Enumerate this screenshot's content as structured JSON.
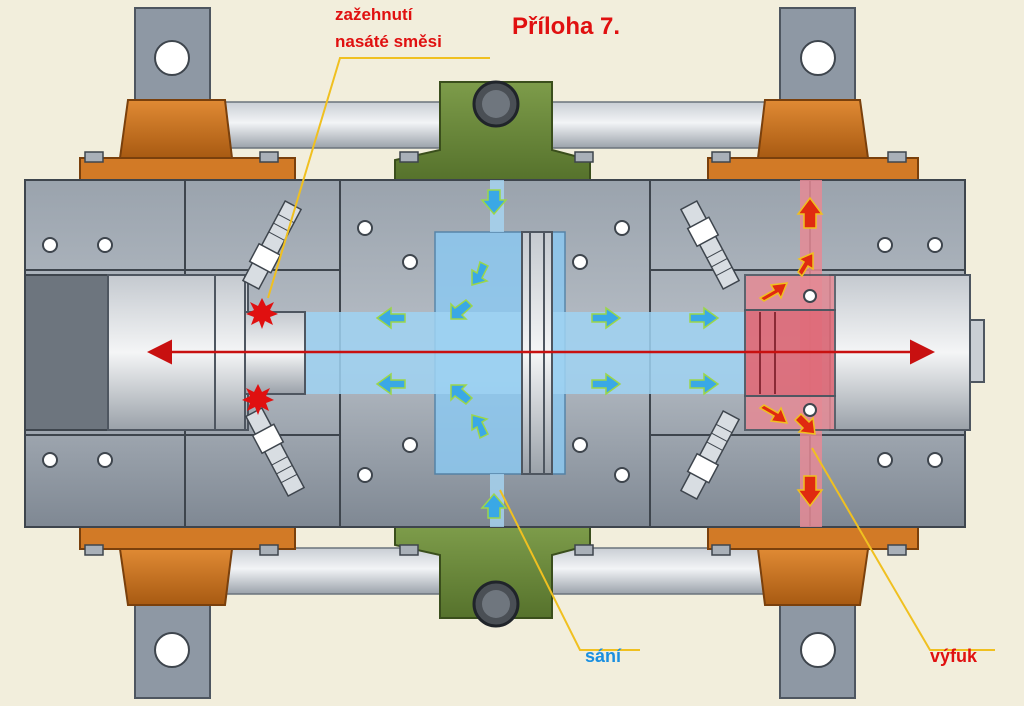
{
  "title": "Příloha 7.",
  "labels": {
    "ignition_line1": "zažehnutí",
    "ignition_line2": "nasáté směsi",
    "intake": "sání",
    "exhaust": "výfuk"
  },
  "colors": {
    "background": "#f2eedc",
    "steel": "#8e98a4",
    "steel_dark": "#5e6874",
    "bracket_orange": "#c8701e",
    "mount_green": "#6b8a3a",
    "intake_blue": "#8cc8f0",
    "exhaust_red": "#e05a6a",
    "arrow_blue": "#3aa8e6",
    "arrow_red": "#e02a10",
    "leader_yellow": "#f0c020",
    "title_red": "#e01010",
    "intake_text": "#1a8fe0"
  }
}
